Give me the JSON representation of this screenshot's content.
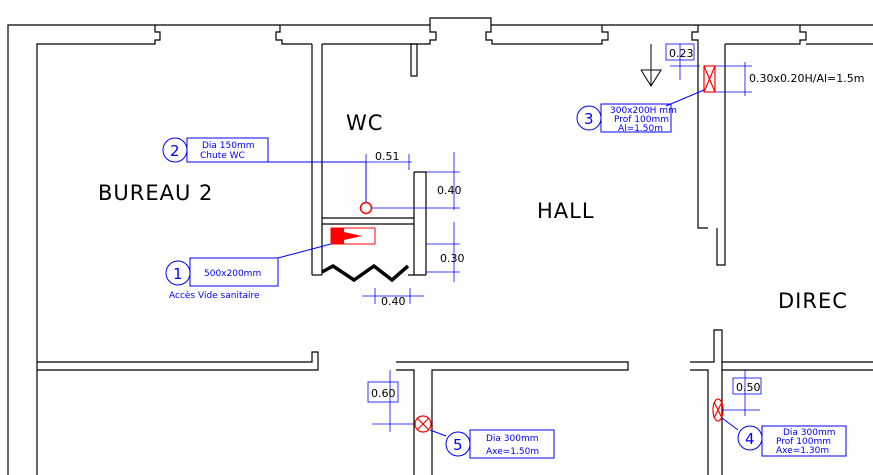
{
  "rooms": {
    "bureau": "BUREAU 2",
    "wc": "WC",
    "hall": "HALL",
    "direct": "DIREC"
  },
  "dimensions": {
    "d023": "0.23",
    "d030x020": "0.30x0.20H/Al=1.5m",
    "d051": "0.51",
    "d040a": "0.40",
    "d030": "0.30",
    "d040b": "0.40",
    "d060": "0.60",
    "d050": "0.50"
  },
  "callouts": {
    "c1": {
      "num": "1",
      "line1": "500x200mm",
      "line2": "Accès Vide sanitaire"
    },
    "c2": {
      "num": "2",
      "line1": "Dia 150mm",
      "line2": "Chute WC"
    },
    "c3": {
      "num": "3",
      "line1": "300x200H  mm",
      "line2": "Prof 100mm",
      "line3": "Al=1.50m"
    },
    "c4": {
      "num": "4",
      "line1": "Dia  300mm",
      "line2": "Prof  100mm",
      "line3": "Axe=1.30m"
    },
    "c5": {
      "num": "5",
      "line1": "Dia  300mm",
      "line2": "Axe=1.50m"
    }
  },
  "colors": {
    "wall": "#000000",
    "annotation": "#0000ff",
    "opening": "#ff0000"
  }
}
